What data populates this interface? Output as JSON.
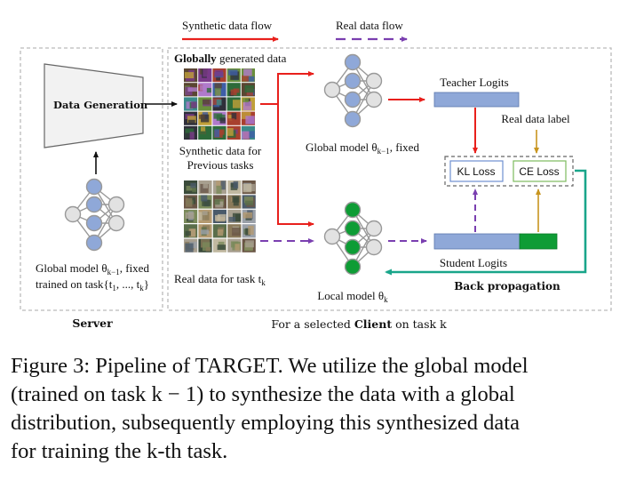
{
  "legend": {
    "synthetic_flow": "Synthetic data flow",
    "real_flow": "Real data flow"
  },
  "server": {
    "label": "Server",
    "data_generation": "Data Generation",
    "model_caption_line1": "Global model θ",
    "model_caption_sub1": "k−1",
    "model_caption_line1_end": ", fixed",
    "model_caption_line2": "trained on task{t",
    "model_caption_sub2a": "1",
    "model_caption_mid": ", ..., t",
    "model_caption_sub2b": "k",
    "model_caption_end": "}"
  },
  "client": {
    "label_prefix": "For a selected ",
    "label_bold": "Client",
    "label_suffix": " on task k",
    "globally_bold": "Globally",
    "globally_rest": " generated data",
    "synthetic_caption_line1": "Synthetic data for",
    "synthetic_caption_line2": "Previous tasks",
    "real_caption": "Real data for task t",
    "real_caption_sub": "k",
    "global_model_caption": "Global model θ",
    "global_model_sub": "k−1",
    "global_model_end": ", fixed",
    "local_model_caption": "Local model θ",
    "local_model_sub": "k",
    "teacher_logits": "Teacher Logits",
    "real_data_label": "Real data label",
    "kl_loss": "KL Loss",
    "ce_loss": "CE Loss",
    "student_logits": "Student Logits",
    "back_propagation": "Back propagation"
  },
  "caption": {
    "line1": "Figure 3: Pipeline of TARGET. We utilize the global model",
    "line2": "(trained on task k − 1) to synthesize the data with a global",
    "line3": "distribution, subsequently employing this synthesized data",
    "line4": "for training the k-th task."
  },
  "colors": {
    "synthetic": "#e8201c",
    "real": "#7a3fb0",
    "node_blue": "#8fa8d8",
    "node_green": "#0e9c35",
    "teacher_bar": "#8fa8d8",
    "backprop": "#19a58a",
    "ce_orange": "#c8951f",
    "kl_border": "#6f8fd0",
    "ce_border": "#7dbb5e"
  }
}
